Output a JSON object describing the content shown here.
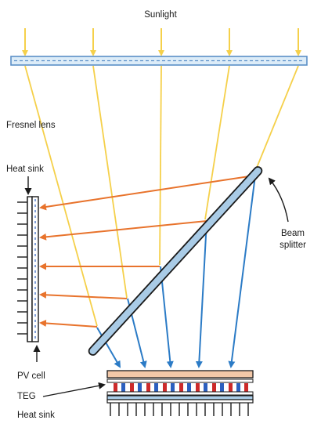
{
  "labels": {
    "sunlight": "Sunlight",
    "fresnel_lens": "Fresnel lens",
    "heat_sink_left": "Heat sink",
    "beam_splitter_line1": "Beam",
    "beam_splitter_line2": "splitter",
    "pv_cell": "PV cell",
    "teg": "TEG",
    "heat_sink_bottom": "Heat sink"
  },
  "colors": {
    "sunlight_ray": "#f5d04a",
    "reflected_ray": "#e8732c",
    "transmitted_ray": "#2b7bc6",
    "lens_fill": "#dcecf8",
    "lens_stroke": "#5b8fc7",
    "splitter_fill": "#a9cbe6",
    "pv_cell_fill": "#f2c8a8",
    "teg_red": "#cc2a2a",
    "teg_blue": "#2b5fbf",
    "outline": "#1a1a1a"
  }
}
